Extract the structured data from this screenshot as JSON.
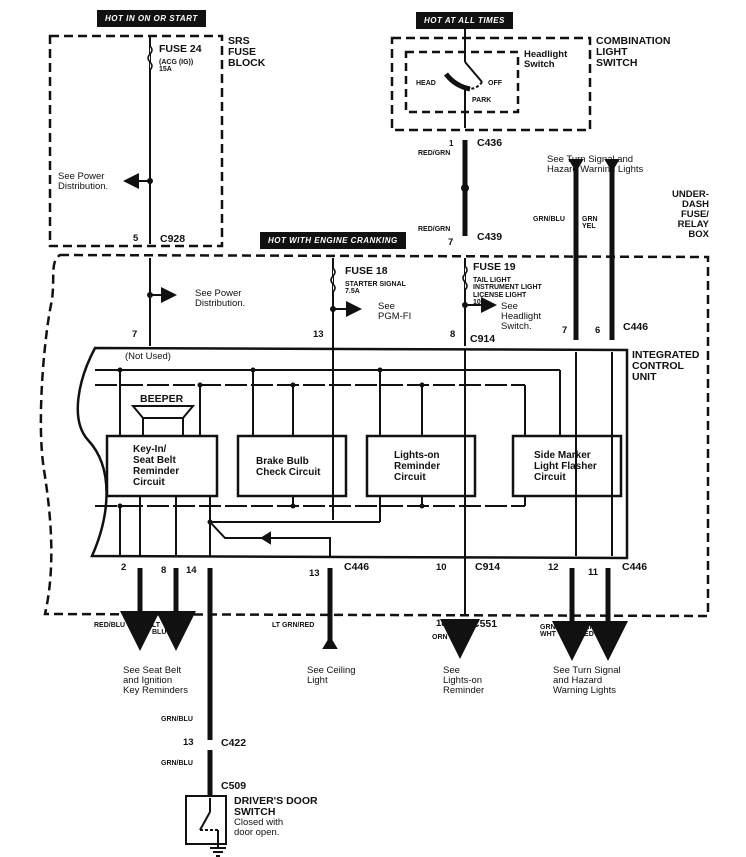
{
  "power_tags": {
    "hot_in_on_or_start": "HOT IN ON OR START",
    "hot_at_all_times": "HOT AT ALL TIMES",
    "hot_with_engine_cranking": "HOT WITH ENGINE CRANKING"
  },
  "components": {
    "srs_fuse_block": "SRS\nFUSE\nBLOCK",
    "combination_light_switch": "COMBINATION\nLIGHT\nSWITCH",
    "headlight_switch": "Headlight\nSwitch",
    "under_dash_box": "UNDER-\nDASH\nFUSE/\nRELAY\nBOX",
    "integrated_control_unit": "INTEGRATED\nCONTROL\nUNIT",
    "beeper": "BEEPER",
    "drivers_door_switch": "DRIVER'S DOOR\nSWITCH",
    "drivers_door_switch_note": "Closed with\ndoor open."
  },
  "switch_positions": {
    "head": "HEAD",
    "off": "OFF",
    "park": "PARK"
  },
  "fuses": {
    "fuse24": {
      "name": "FUSE 24",
      "desc": "(ACG (IG))\n15A"
    },
    "fuse18": {
      "name": "FUSE 18",
      "desc": "STARTER SIGNAL\n7.5A"
    },
    "fuse19": {
      "name": "FUSE 19",
      "desc": "TAIL LIGHT\nINSTRUMENT LIGHT\nLICENSE LIGHT\n10A"
    }
  },
  "circuits": {
    "keyin": "Key-In/\nSeat Belt\nReminder\nCircuit",
    "brake": "Brake Bulb\nCheck Circuit",
    "lightson": "Lights-on\nReminder\nCircuit",
    "sidemarker": "Side Marker\nLight Flasher\nCircuit"
  },
  "connectors": {
    "c928": "C928",
    "c436": "C436",
    "c439": "C439",
    "c914_top": "C914",
    "c446_top": "C446",
    "c446_bot_left": "C446",
    "c914_bot": "C914",
    "c446_bot_right": "C446",
    "c551": "C551",
    "c422": "C422",
    "c509": "C509"
  },
  "pins": {
    "p5": "5",
    "p1": "1",
    "p7_c439": "7",
    "p7_icu": "7",
    "p13_icu": "13",
    "p8_icu": "8",
    "p7_c446": "7",
    "p6_c446": "6",
    "p2": "2",
    "p8": "8",
    "p14": "14",
    "p13_c446": "13",
    "p10": "10",
    "p12": "12",
    "p11": "11",
    "p18": "18",
    "p13_c422": "13"
  },
  "wires": {
    "red_grn_1": "RED/GRN",
    "red_grn_2": "RED/GRN",
    "grn_blu_top": "GRN/BLU",
    "grn_yel": "GRN\nYEL",
    "red_blu": "RED/BLU",
    "lt_blu": "LT\nBLU",
    "lt_grn_red": "LT GRN/RED",
    "orn": "ORN",
    "grn_wht": "GRN/\nWHT",
    "grn_red": "GRN\nRED",
    "grn_blu_mid": "GRN/BLU",
    "grn_blu_low": "GRN/BLU"
  },
  "references": {
    "power_dist_1": "See Power\nDistribution.",
    "power_dist_2": "See Power\nDistribution.",
    "pgm_fi": "See\nPGM-FI",
    "headlight_switch": "See\nHeadlight\nSwitch.",
    "turn_signal_top": "See Turn Signal and\nHazard Warning Lights",
    "seat_belt": "See Seat Belt\nand Ignition\nKey Reminders",
    "ceiling_light": "See Ceiling\nLight",
    "lights_on": "See\nLights-on\nReminder",
    "turn_signal_bot": "See Turn Signal\nand Hazard\nWarning Lights"
  },
  "notes": {
    "not_used": "(Not Used)"
  }
}
